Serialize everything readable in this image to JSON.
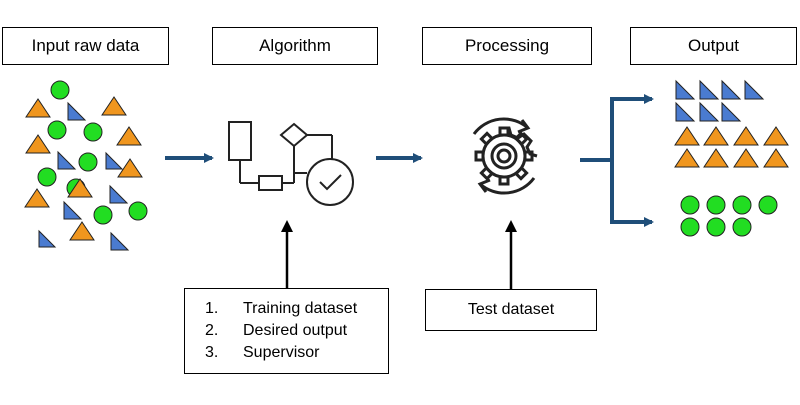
{
  "headers": {
    "input": "Input raw data",
    "algorithm": "Algorithm",
    "processing": "Processing",
    "output": "Output"
  },
  "supervision": {
    "items": [
      {
        "num": "1.",
        "label": "Training dataset"
      },
      {
        "num": "2.",
        "label": "Desired output"
      },
      {
        "num": "3.",
        "label": "Supervisor"
      }
    ]
  },
  "test": {
    "label": "Test dataset"
  },
  "colors": {
    "triangle_orange": "#f0961e",
    "triangle_blue": "#4a7bd0",
    "circle_green": "#22dd22",
    "arrow_navy": "#1f4e79",
    "icon_dark": "#222222"
  },
  "icons": {
    "algorithm": "flowchart-check-icon",
    "processing": "gear-cycle-icon"
  }
}
